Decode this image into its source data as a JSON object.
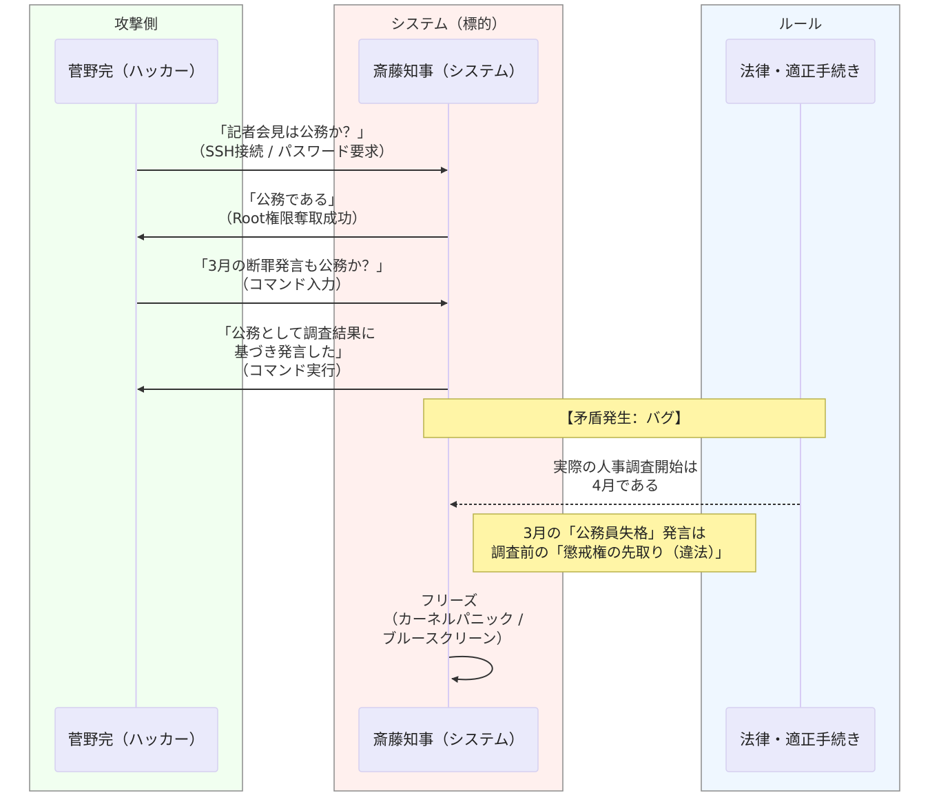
{
  "diagram": {
    "type": "sequence",
    "groups": [
      {
        "id": "attacker",
        "title": "攻撃側",
        "color": "#f1fff0"
      },
      {
        "id": "target",
        "title": "システム（標的）",
        "color": "#fff0ee"
      },
      {
        "id": "rules",
        "title": "ルール",
        "color": "#eff7ff"
      }
    ],
    "participants": [
      {
        "id": "hacker",
        "label": "菅野完（ハッカー）",
        "group": "attacker"
      },
      {
        "id": "system",
        "label": "斎藤知事（システム）",
        "group": "target"
      },
      {
        "id": "law",
        "label": "法律・適正手続き",
        "group": "rules"
      }
    ],
    "messages": [
      {
        "from": "hacker",
        "to": "system",
        "style": "solid",
        "lines": [
          "「記者会見は公務か？」",
          "（SSH接続 / パスワード要求）"
        ]
      },
      {
        "from": "system",
        "to": "hacker",
        "style": "solid",
        "lines": [
          "「公務である」",
          "（Root権限奪取成功）"
        ]
      },
      {
        "from": "hacker",
        "to": "system",
        "style": "solid",
        "lines": [
          "「3月の断罪発言も公務か？」",
          "（コマンド入力）"
        ]
      },
      {
        "from": "system",
        "to": "hacker",
        "style": "solid",
        "lines": [
          "「公務として調査結果に",
          "基づき発言した」",
          "（コマンド実行）"
        ]
      },
      {
        "from": "law",
        "to": "system",
        "style": "dashed",
        "lines": [
          "実際の人事調査開始は",
          "4月である"
        ]
      },
      {
        "from": "system",
        "to": "system",
        "style": "self",
        "lines": [
          "フリーズ",
          "（カーネルパニック /",
          "ブルースクリーン）"
        ]
      }
    ],
    "notes": [
      {
        "over": [
          "system",
          "law"
        ],
        "lines": [
          "【矛盾発生：バグ】"
        ]
      },
      {
        "over": [
          "system",
          "law"
        ],
        "lines": [
          "3月の「公務員失格」発言は",
          "調査前の「懲戒権の先取り（違法）」"
        ]
      }
    ],
    "colors": {
      "actor_fill": "#eaeafb",
      "actor_stroke": "#d6d0f0",
      "lifeline": "#d7ccf5",
      "arrow": "#333333",
      "note_fill": "#fff5a6",
      "note_stroke": "#b9b24a",
      "group_stroke": "#8a8a8a"
    }
  }
}
